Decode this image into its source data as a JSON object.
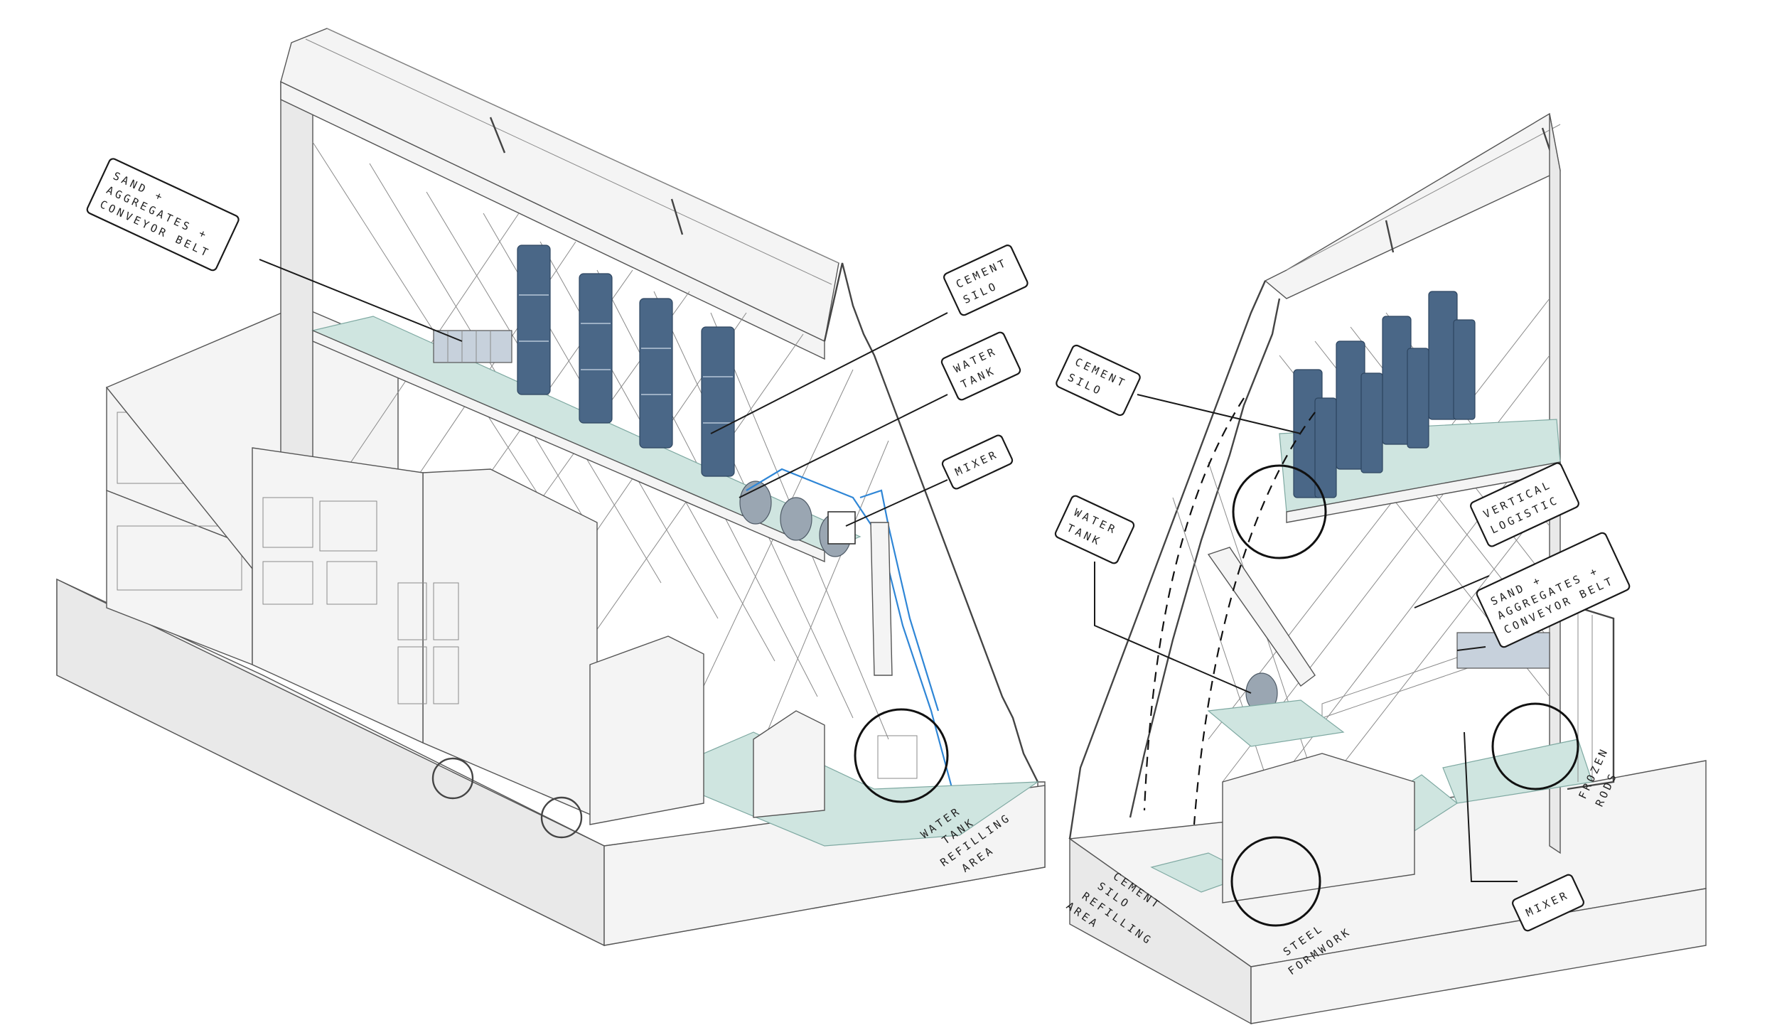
{
  "labels": {
    "left": {
      "sand": [
        "SAND +",
        "AGGREGATES +",
        "CONVEYOR BELT"
      ],
      "cement_silo": [
        "CEMENT",
        "SILO"
      ],
      "water_tank": [
        "WATER",
        "TANK"
      ],
      "mixer": [
        "MIXER"
      ],
      "water_refill": [
        "WATER",
        "TANK",
        "REFILLING",
        "AREA"
      ]
    },
    "right": {
      "cement_silo": [
        "CEMENT",
        "SILO"
      ],
      "water_tank": [
        "WATER",
        "TANK"
      ],
      "vertical_logistic": [
        "VERTICAL",
        "LOGISTIC"
      ],
      "sand": [
        "SAND +",
        "AGGREGATES +",
        "CONVEYOR BELT"
      ],
      "frozen_rods": [
        "FROZEN",
        "RODS"
      ],
      "mixer": [
        "MIXER"
      ],
      "steel_formwork": [
        "STEEL",
        "FORMWORK"
      ],
      "cement_refill": [
        "CEMENT",
        "SILO",
        "REFILLING",
        "AREA"
      ]
    }
  },
  "colors": {
    "silo": "#4a6787",
    "floor": "#cfe5e0",
    "pipe": "#2f86d6",
    "outline": "#1a1a1a"
  }
}
